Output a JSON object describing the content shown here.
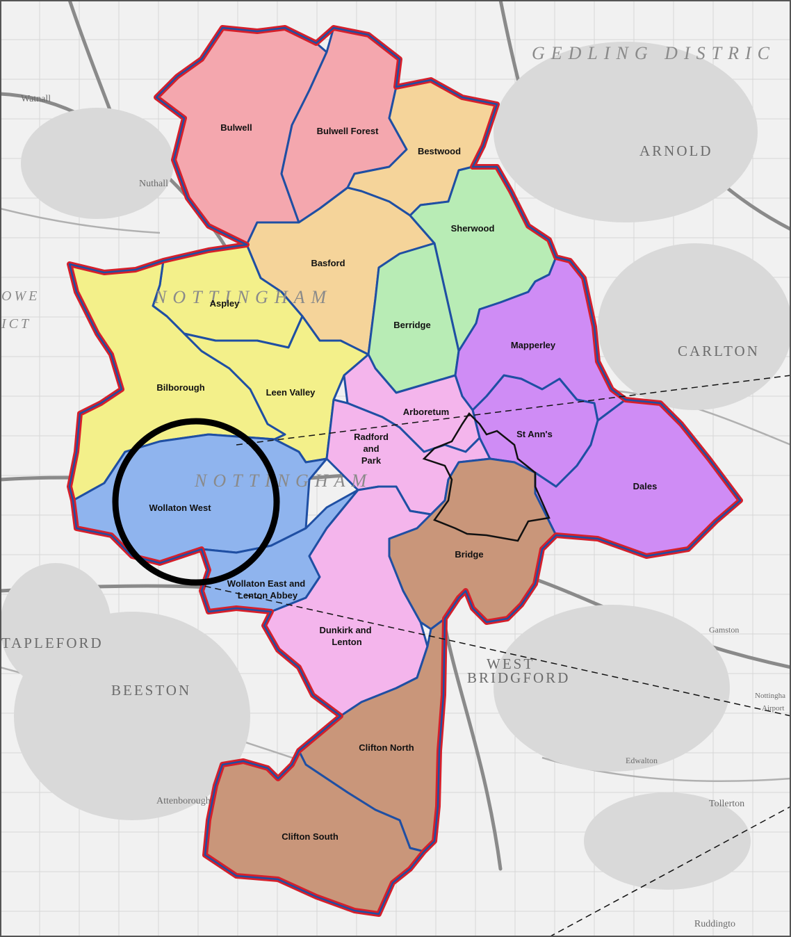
{
  "wards": [
    {
      "key": "bulwell",
      "name": "Bulwell",
      "color": "#f4a7ae"
    },
    {
      "key": "bulwell_forest",
      "name": "Bulwell Forest",
      "color": "#f4a7ae"
    },
    {
      "key": "bestwood",
      "name": "Bestwood",
      "color": "#f5d49a"
    },
    {
      "key": "basford",
      "name": "Basford",
      "color": "#f5d49a"
    },
    {
      "key": "sherwood",
      "name": "Sherwood",
      "color": "#b8ecb5"
    },
    {
      "key": "berridge",
      "name": "Berridge",
      "color": "#b8ecb5"
    },
    {
      "key": "aspley",
      "name": "Aspley",
      "color": "#f3f08a"
    },
    {
      "key": "bilborough",
      "name": "Bilborough",
      "color": "#f3f08a"
    },
    {
      "key": "leen_valley",
      "name": "Leen Valley",
      "color": "#f3f08a"
    },
    {
      "key": "mapperley",
      "name": "Mapperley",
      "color": "#cf8cf5"
    },
    {
      "key": "st_anns",
      "name": "St Ann's",
      "color": "#cf8cf5"
    },
    {
      "key": "dales",
      "name": "Dales",
      "color": "#cf8cf5"
    },
    {
      "key": "arboretum",
      "name": "Arboretum",
      "color": "#f4b5ec"
    },
    {
      "key": "radford_and_park",
      "name": "Radford and Park",
      "color": "#f4b5ec"
    },
    {
      "key": "dunkirk_and_lenton",
      "name": "Dunkirk and Lenton",
      "color": "#f4b5ec"
    },
    {
      "key": "wollaton_west",
      "name": "Wollaton West",
      "color": "#8fb4ee"
    },
    {
      "key": "wollaton_east",
      "name": "Wollaton East and Lenton Abbey",
      "color": "#8fb4ee"
    },
    {
      "key": "bridge",
      "name": "Bridge",
      "color": "#c9967a"
    },
    {
      "key": "clifton_north",
      "name": "Clifton North",
      "color": "#c9967a"
    },
    {
      "key": "clifton_south",
      "name": "Clifton South",
      "color": "#c9967a"
    }
  ],
  "label_lines": {
    "radford_and_park": [
      "Radford",
      "and",
      "Park"
    ],
    "dunkirk_and_lenton": [
      "Dunkirk and",
      "Lenton"
    ],
    "wollaton_east": [
      "Wollaton East and",
      "Lenton Abbey"
    ]
  },
  "places": {
    "arnold": "ARNOLD",
    "carlton": "CARLTON",
    "gedling": "GEDLING DISTRIC",
    "nottingham_upper": "NOTTINGHAM",
    "nottingham_lower": "NOTTINGHAM",
    "beeston": "BEESTON",
    "stapleford": "TAPLEFORD",
    "west_bridgford": "WEST",
    "west_bridgford_2": "BRIDGFORD",
    "nuthall": "Nuthall",
    "watnall": "Watnall",
    "attenborough": "Attenborough",
    "tollerton": "Tollerton",
    "ruddington": "Ruddingto",
    "gamston": "Gamston",
    "edwalton": "Edwalton",
    "nottingham_airport": "Nottingha",
    "airport": "Airport",
    "erewash": "OWE",
    "erewash_2": "ICT"
  },
  "colors": {
    "city_boundary": "#d61f2a",
    "ward_boundary": "#1f4fa3",
    "focus_circle": "#000000"
  },
  "highlight": {
    "ward": "Wollaton West"
  }
}
